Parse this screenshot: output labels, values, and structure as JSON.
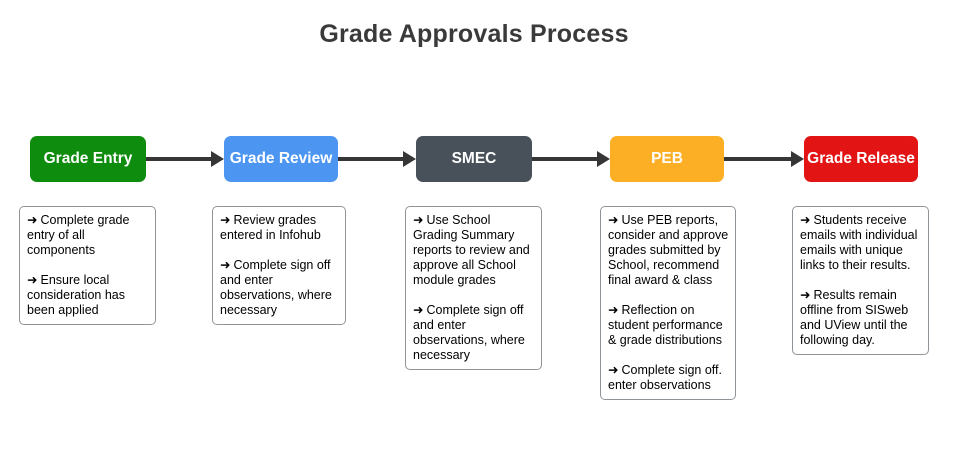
{
  "title": "Grade Approvals Process",
  "bullet_glyph": "➜",
  "colors": {
    "title_text": "#3a3a3a",
    "arrow": "#363636",
    "note_border": "#8f9499",
    "stage_green": "#0e8c0e",
    "stage_blue": "#4c96f2",
    "stage_gray": "#485059",
    "stage_orange": "#fcae24",
    "stage_red": "#e21414"
  },
  "stages": [
    {
      "label": "Grade Entry",
      "color": "#0e8c0e",
      "notes": [
        "Complete grade entry of all components",
        "Ensure local consideration has been applied"
      ]
    },
    {
      "label": "Grade Review",
      "color": "#4c96f2",
      "notes": [
        "Review grades entered in Infohub",
        "Complete sign off and enter observations, where necessary"
      ]
    },
    {
      "label": "SMEC",
      "color": "#485059",
      "notes": [
        "Use School Grading Summary reports to review and approve all School module grades",
        "Complete sign off and enter observations, where necessary"
      ]
    },
    {
      "label": "PEB",
      "color": "#fcae24",
      "notes": [
        "Use PEB reports, consider and approve grades submitted by School, recommend final award & class",
        "Reflection on student performance & grade distributions",
        "Complete sign off. enter observations"
      ]
    },
    {
      "label": "Grade Release",
      "color": "#e21414",
      "notes": [
        "Students receive emails with individual emails with unique links to their results.",
        "Results remain offline from SISweb and UView until the following day."
      ]
    }
  ]
}
